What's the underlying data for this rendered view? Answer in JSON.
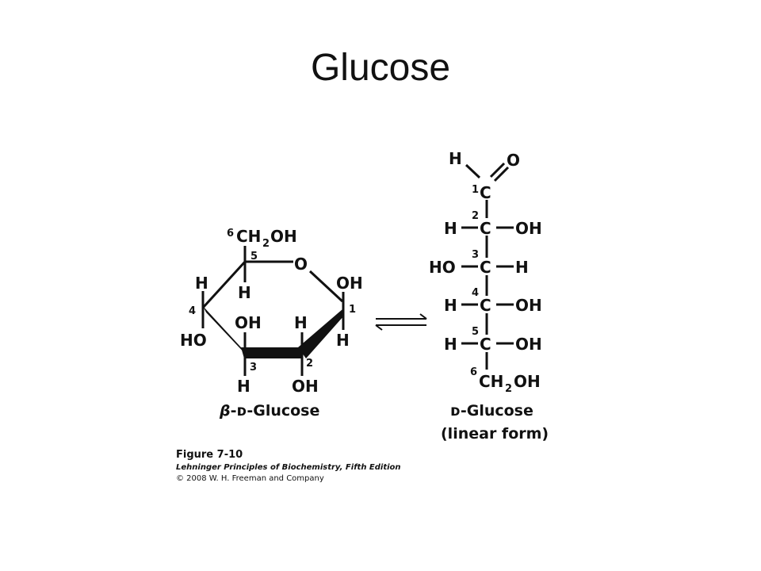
{
  "title": "Glucose",
  "ring": {
    "c6_num": "6",
    "c6_group": "CH",
    "c6_sub": "2",
    "c6_oh": "OH",
    "ring_o": "O",
    "c5_num": "5",
    "c5_h": "H",
    "c4_num": "4",
    "c4_h": "H",
    "c4_ho": "HO",
    "c3_num": "3",
    "c3_oh": "OH",
    "c3_h": "H",
    "c2_num": "2",
    "c2_h": "H",
    "c2_oh": "OH",
    "c1_num": "1",
    "c1_oh": "OH",
    "c1_h": "H",
    "name_beta": "β",
    "name_rest": "-ᴅ-Glucose"
  },
  "linear": {
    "aldehyde_h": "H",
    "aldehyde_o": "O",
    "rows": [
      {
        "num": "1",
        "carbon": "C",
        "left": "",
        "right": ""
      },
      {
        "num": "2",
        "carbon": "C",
        "left": "H",
        "right": "OH"
      },
      {
        "num": "3",
        "carbon": "C",
        "left": "HO",
        "right": "H"
      },
      {
        "num": "4",
        "carbon": "C",
        "left": "H",
        "right": "OH"
      },
      {
        "num": "5",
        "carbon": "C",
        "left": "H",
        "right": "OH"
      }
    ],
    "c6_num": "6",
    "c6_group": "CH",
    "c6_sub": "2",
    "c6_oh": "OH",
    "name_line1": "ᴅ-Glucose",
    "name_line2": "(linear form)"
  },
  "caption": {
    "figure": "Figure 7-10",
    "book": "Lehninger Principles of Biochemistry, Fifth Edition",
    "copyright": "© 2008 W. H. Freeman and Company"
  }
}
